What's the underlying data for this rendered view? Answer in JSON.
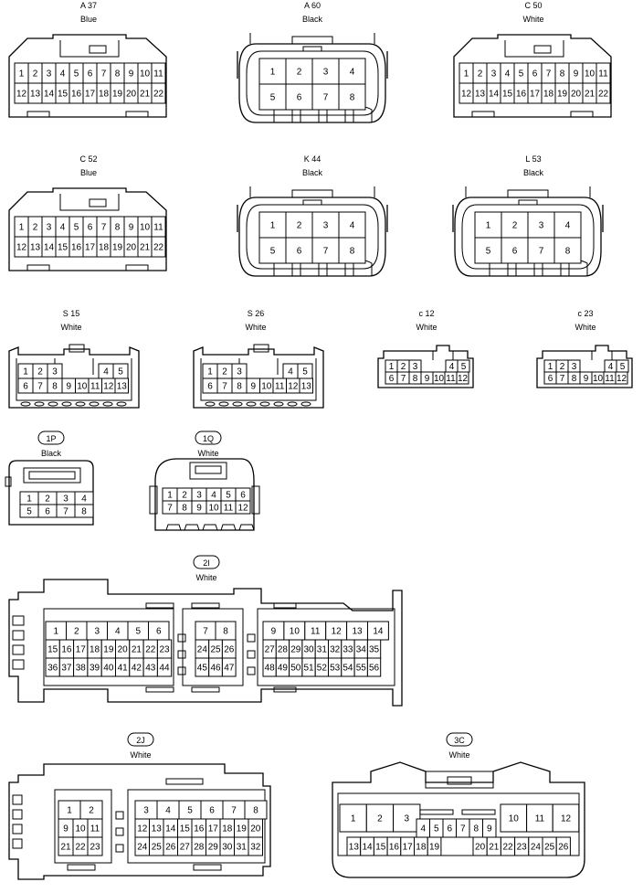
{
  "connectors": [
    {
      "code": "A 37",
      "color": "Blue"
    },
    {
      "code": "A 60",
      "color": "Black"
    },
    {
      "code": "C 50",
      "color": "White"
    },
    {
      "code": "C 52",
      "color": "Blue"
    },
    {
      "code": "K 44",
      "color": "Black"
    },
    {
      "code": "L 53",
      "color": "Black"
    },
    {
      "code": "S 15",
      "color": "White"
    },
    {
      "code": "S 26",
      "color": "White"
    },
    {
      "code": "c 12",
      "color": "White"
    },
    {
      "code": "c 23",
      "color": "White"
    },
    {
      "code": "1P",
      "color": "Black"
    },
    {
      "code": "1Q",
      "color": "White"
    },
    {
      "code": "2I",
      "color": "White"
    },
    {
      "code": "2J",
      "color": "White"
    },
    {
      "code": "3C",
      "color": "White"
    }
  ]
}
